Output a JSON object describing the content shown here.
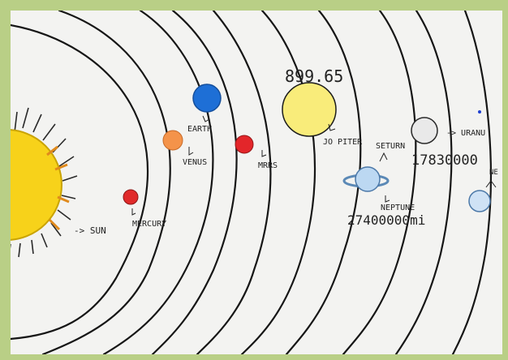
{
  "labels": {
    "sun": "-> SUN",
    "mercury": "MERCURY",
    "venus": "VENUS",
    "earth": "EARTH",
    "mars": "MRRS",
    "jupiter": "JO PITER",
    "jupiter_value": "899.65",
    "saturn": "SETURN",
    "saturn_value": "17830000",
    "neptune": "NEPTUNE",
    "neptune_value": "27400000mi",
    "uranus": "-> URANU",
    "edge_letters": "NE"
  },
  "colors": {
    "sun": "#f7d21a",
    "sun_rays": "#2a2a2a",
    "mercury": "#e02a2a",
    "venus": "#f4934a",
    "earth": "#1e6fd6",
    "mars": "#e3262a",
    "jupiter": "#f9ec7a",
    "saturn": "#bcd8f2",
    "uranus": "#e9e9e9",
    "outer_planet": "#cfe2f5",
    "orbit": "#161616",
    "paper": "#f3f3f1",
    "frame": "#b9cf86"
  }
}
